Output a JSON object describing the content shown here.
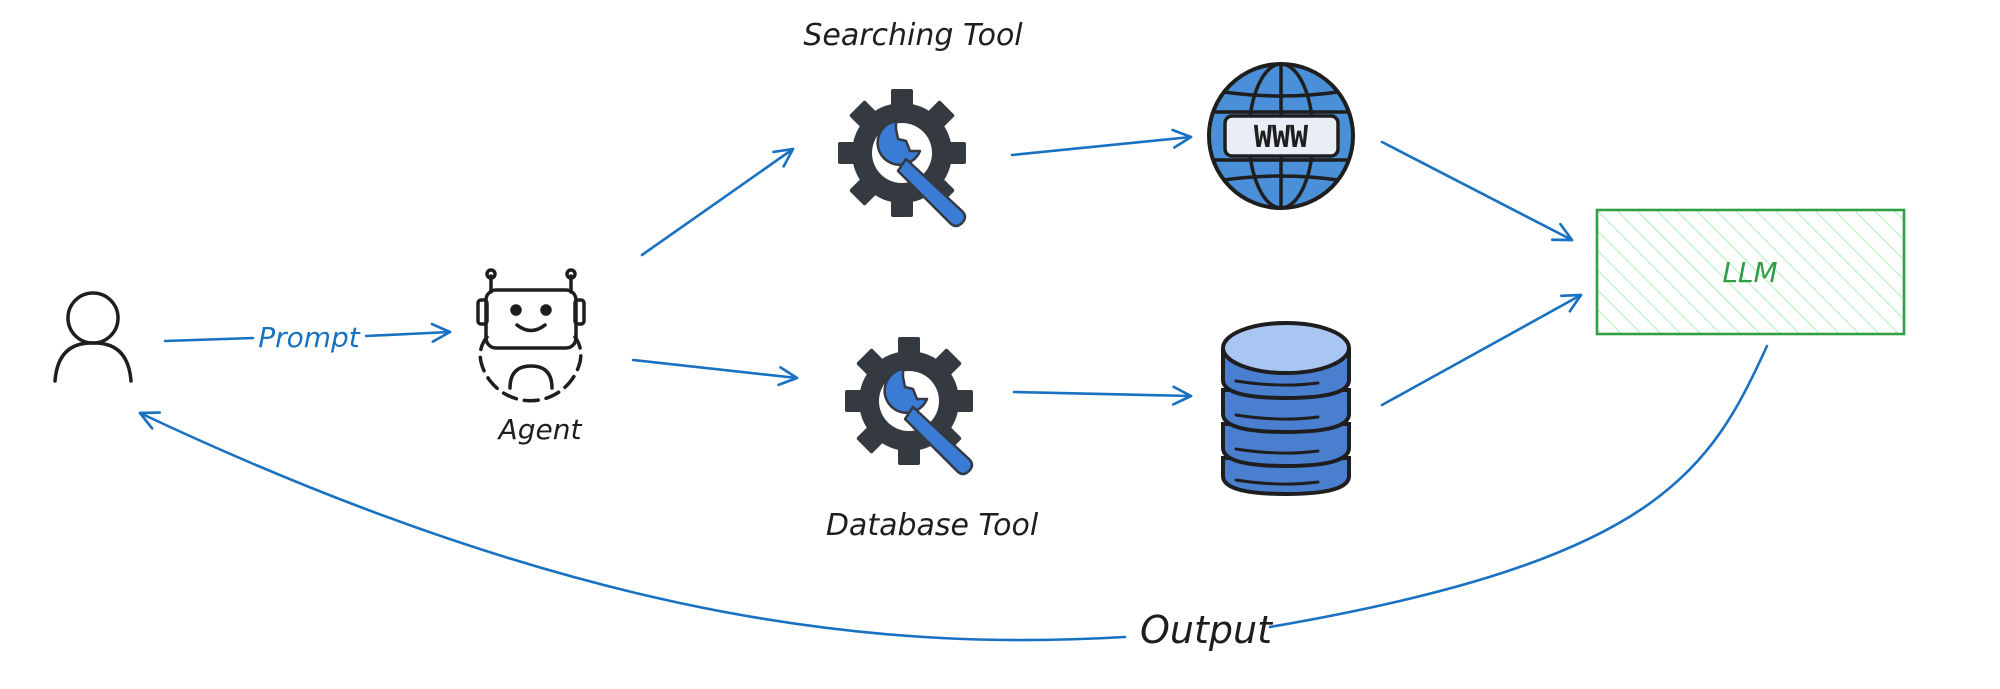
{
  "labels": {
    "prompt": "Prompt",
    "agent": "Agent",
    "searching_tool": "Searching Tool",
    "database_tool": "Database Tool",
    "llm": "LLM",
    "output": "Output",
    "www": "WWW"
  },
  "colors": {
    "arrow": "#1971c2",
    "llm_box": "#2f9e44",
    "gear": "#343a40",
    "wrench": "#3a7bd5",
    "globe": "#4a90d9",
    "database": "#4a7fd0",
    "outline": "#1e1e1e"
  },
  "icons": {
    "user": "user-icon",
    "agent": "robot-icon",
    "searching_tool": "gear-wrench-icon",
    "database_tool": "gear-wrench-icon",
    "web": "globe-www-icon",
    "database": "database-icon"
  }
}
